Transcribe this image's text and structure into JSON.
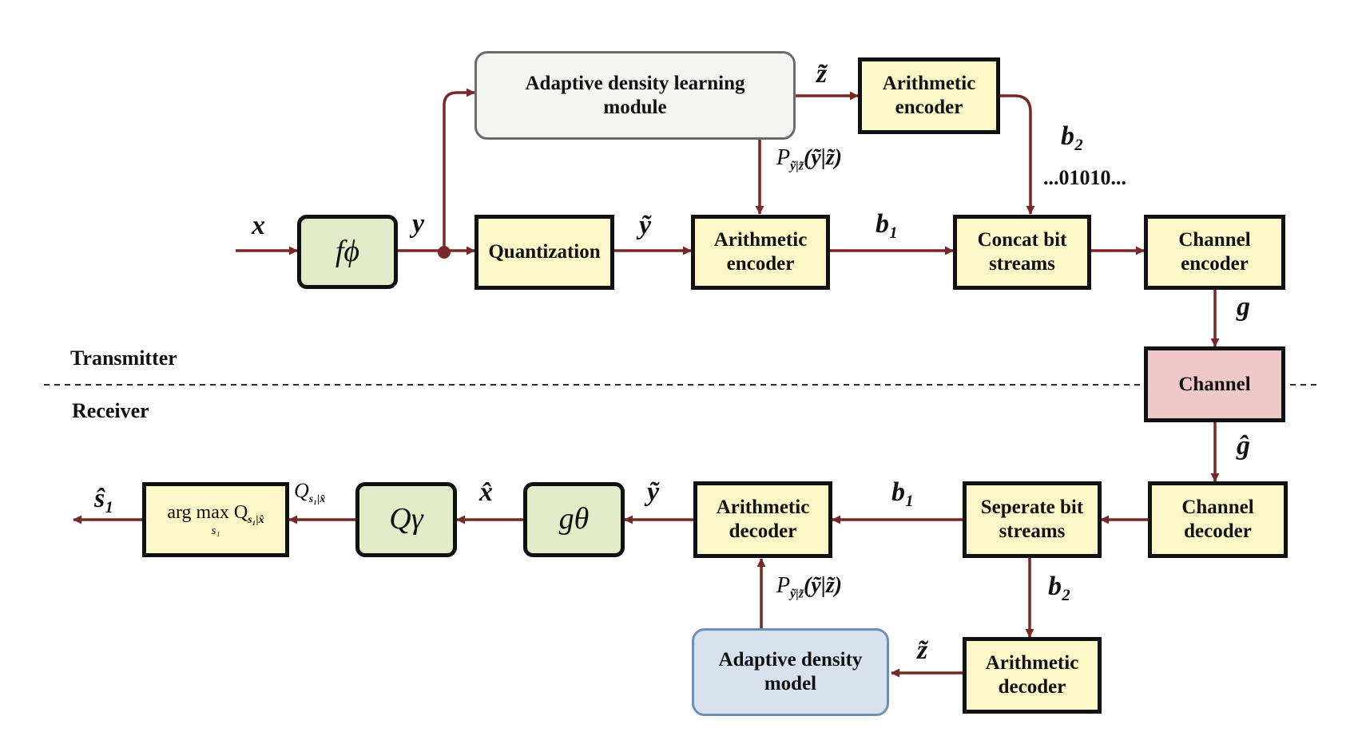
{
  "labels": {
    "transmitter": "Transmitter",
    "receiver": "Receiver",
    "bitstream": "...01010..."
  },
  "blocks": {
    "f_phi": "fϕ",
    "adaptive_learning": "Adaptive density learning module",
    "quantization": "Quantization",
    "arith_enc_main": "Arithmetic encoder",
    "arith_enc_side": "Arithmetic encoder",
    "concat": "Concat bit streams",
    "channel_encoder": "Channel encoder",
    "channel": "Channel",
    "channel_decoder": "Channel decoder",
    "separate": "Seperate bit streams",
    "arith_dec_main": "Arithmetic decoder",
    "arith_dec_side": "Arithmetic decoder",
    "adaptive_model": "Adaptive density model",
    "g_theta": "gθ",
    "q_gamma": "Qγ",
    "argmax_main": "arg max Q",
    "argmax_sub": "s₁",
    "argmax_subscript": "s₁|x̂"
  },
  "symbols": {
    "x": "x",
    "y": "y",
    "y_tilde": "ỹ",
    "z_tilde_top": "z̃",
    "z_tilde_bottom": "z̃",
    "b1_top": "b₁",
    "b2_top": "b₂",
    "b1_bottom": "b₁",
    "b2_bottom": "b₂",
    "g": "g",
    "g_hat": "ĝ",
    "y_tilde_rx": "ỹ",
    "x_hat": "x̂",
    "q_label": "Q",
    "q_label_sub": "s₁|x̂",
    "s1_hat": "ŝ₁",
    "prob_top": "P",
    "prob_top_sub": "ỹ|z̃",
    "prob_top_arg": "(ỹ|z̃)",
    "prob_bottom": "P",
    "prob_bottom_sub": "ỹ|z̃",
    "prob_bottom_arg": "(ỹ|z̃)"
  },
  "colors": {
    "arrow": "#7a2727",
    "block_yellow": "#fdf8c8",
    "block_green": "#e2ecc9",
    "block_grey": "#f4f4f3",
    "block_blue": "#d7e2ed",
    "block_pink": "#efc8c8"
  }
}
